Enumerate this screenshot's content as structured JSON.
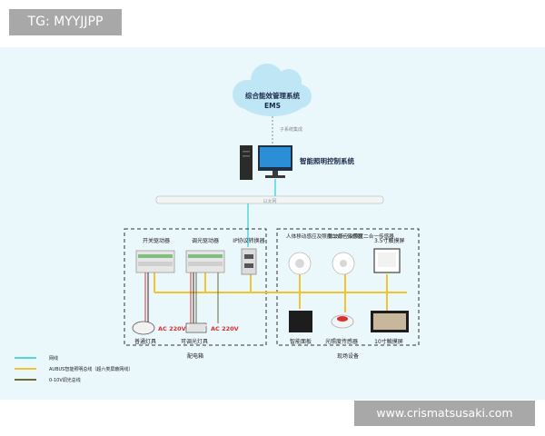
{
  "tag": {
    "text": "TG: MYYJJPP"
  },
  "watermark": {
    "text": "www.crismatsusaki.com"
  },
  "cloud": {
    "line1": "综合能效管理系统",
    "line2": "EMS"
  },
  "cloud_link_label": "子系统集成",
  "computer_label": "智能照明控制系统",
  "network_bar_label": "以太网",
  "left_box": {
    "title": "配电箱",
    "modules": [
      {
        "label": "开关驱动器"
      },
      {
        "label": "调光驱动器"
      },
      {
        "label": "IP协议转换器"
      }
    ],
    "lamps": [
      {
        "label": "普通灯具"
      },
      {
        "label": "可调光灯具"
      }
    ],
    "ac_labels": [
      "AC 220V",
      "AC 220V"
    ]
  },
  "right_box": {
    "title": "现场设备",
    "sensors_top": [
      {
        "label": "人体移动感应及照度二合一传感器"
      },
      {
        "label": "微波感应及照度二合一传感器"
      },
      {
        "label": "3.5寸触摸屏"
      }
    ],
    "devices_bottom": [
      {
        "label": "智能面板"
      },
      {
        "label": "光照度传感器"
      },
      {
        "label": "10寸触摸屏"
      }
    ]
  },
  "legend": [
    {
      "label": "网线",
      "color": "#55d6e0"
    },
    {
      "label": "AUBUS智能照明总线（超六类屏蔽网线）",
      "color": "#f2c230"
    },
    {
      "label": "0-10V调光总线",
      "color": "#6b6b3a"
    }
  ],
  "colors": {
    "background_panel": "#eaf7fb",
    "cloud": "#bfe6f5",
    "cyan_line": "#55d6e0",
    "bus_line": "#f2c230",
    "dim_line": "#6b6b3a",
    "ac_red": "#d93030"
  }
}
